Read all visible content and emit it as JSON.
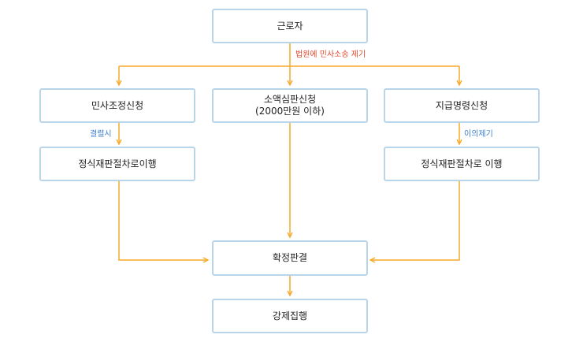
{
  "colors": {
    "arrow": "#f7a92a",
    "box_border": "#b9d5e9",
    "red_label": "#e04a2f",
    "blue_label": "#3d7fd0"
  },
  "nodes": {
    "worker": "근로자",
    "civil_mediation": "민사조정신청",
    "small_claims_line1": "소액심판신청",
    "small_claims_line2": "(2000만원 이하)",
    "payment_order": "지급명령신청",
    "formal_trial_left": "정식재판절차로이행",
    "formal_trial_right": "정식재판절차로 이행",
    "final_judgment": "확정판결",
    "enforcement": "강제집행"
  },
  "labels": {
    "court_suit": "법원에 민사소송 제기",
    "breakdown": "결렬시",
    "objection": "이의제기"
  }
}
